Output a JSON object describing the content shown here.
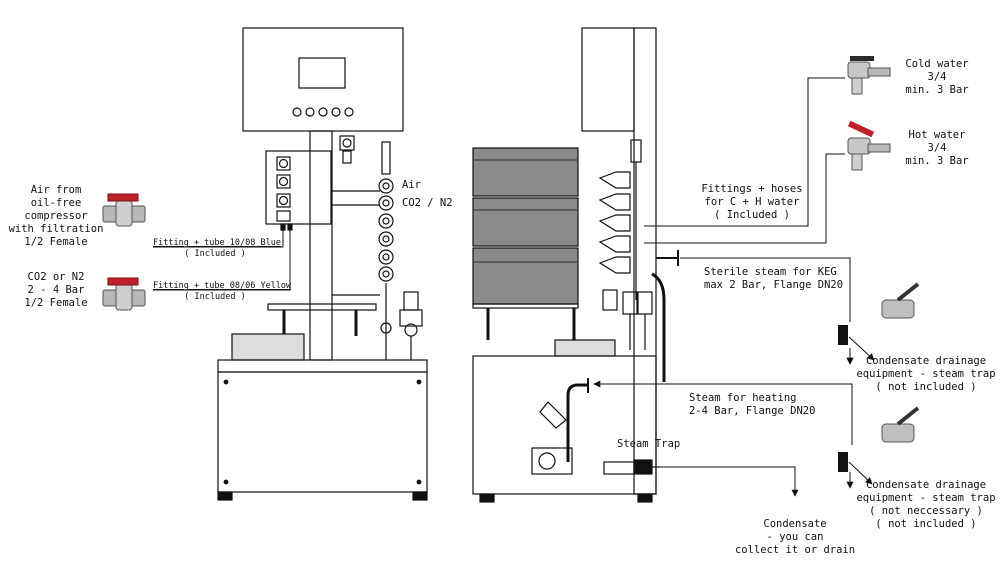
{
  "labels": {
    "air_source": [
      "Air from",
      "oil-free",
      "compressor",
      "with filtration",
      "1/2 Female"
    ],
    "co2_source": [
      "CO2 or N2",
      "2 - 4 Bar",
      "1/2 Female"
    ],
    "fitting_blue": [
      "Fitting + tube 10/08 Blue",
      "( Included )"
    ],
    "fitting_yellow": [
      "Fitting + tube 08/06 Yellow",
      "( Included )"
    ],
    "air": "Air",
    "co2_n2": "CO2 / N2",
    "cold_water": [
      "Cold water",
      "3/4",
      "min. 3 Bar"
    ],
    "hot_water": [
      "Hot water",
      "3/4",
      "min. 3 Bar"
    ],
    "fittings_hoses": [
      "Fittings + hoses",
      "for C + H water",
      "( Included )"
    ],
    "sterile_steam": [
      "Sterile steam for KEG",
      "max 2 Bar, Flange DN20"
    ],
    "condensate_drain_1": [
      "Condensate drainage",
      "equipment - steam trap",
      "( not included )"
    ],
    "steam_heating": [
      "Steam for heating",
      "2-4 Bar, Flange DN20"
    ],
    "steam_trap": "Steam Trap",
    "condensate_drain_2": [
      "Condensate drainage",
      "equipment - steam trap",
      "( not neccessary )",
      "( not included )"
    ],
    "condensate_collect": [
      "Condensate",
      "- you can",
      "collect it or drain"
    ]
  },
  "colors": {
    "line": "#111111",
    "tank_fill": "#8a8a8a",
    "valve_red": "#c0202a",
    "valve_body": "#b8b8b8"
  }
}
